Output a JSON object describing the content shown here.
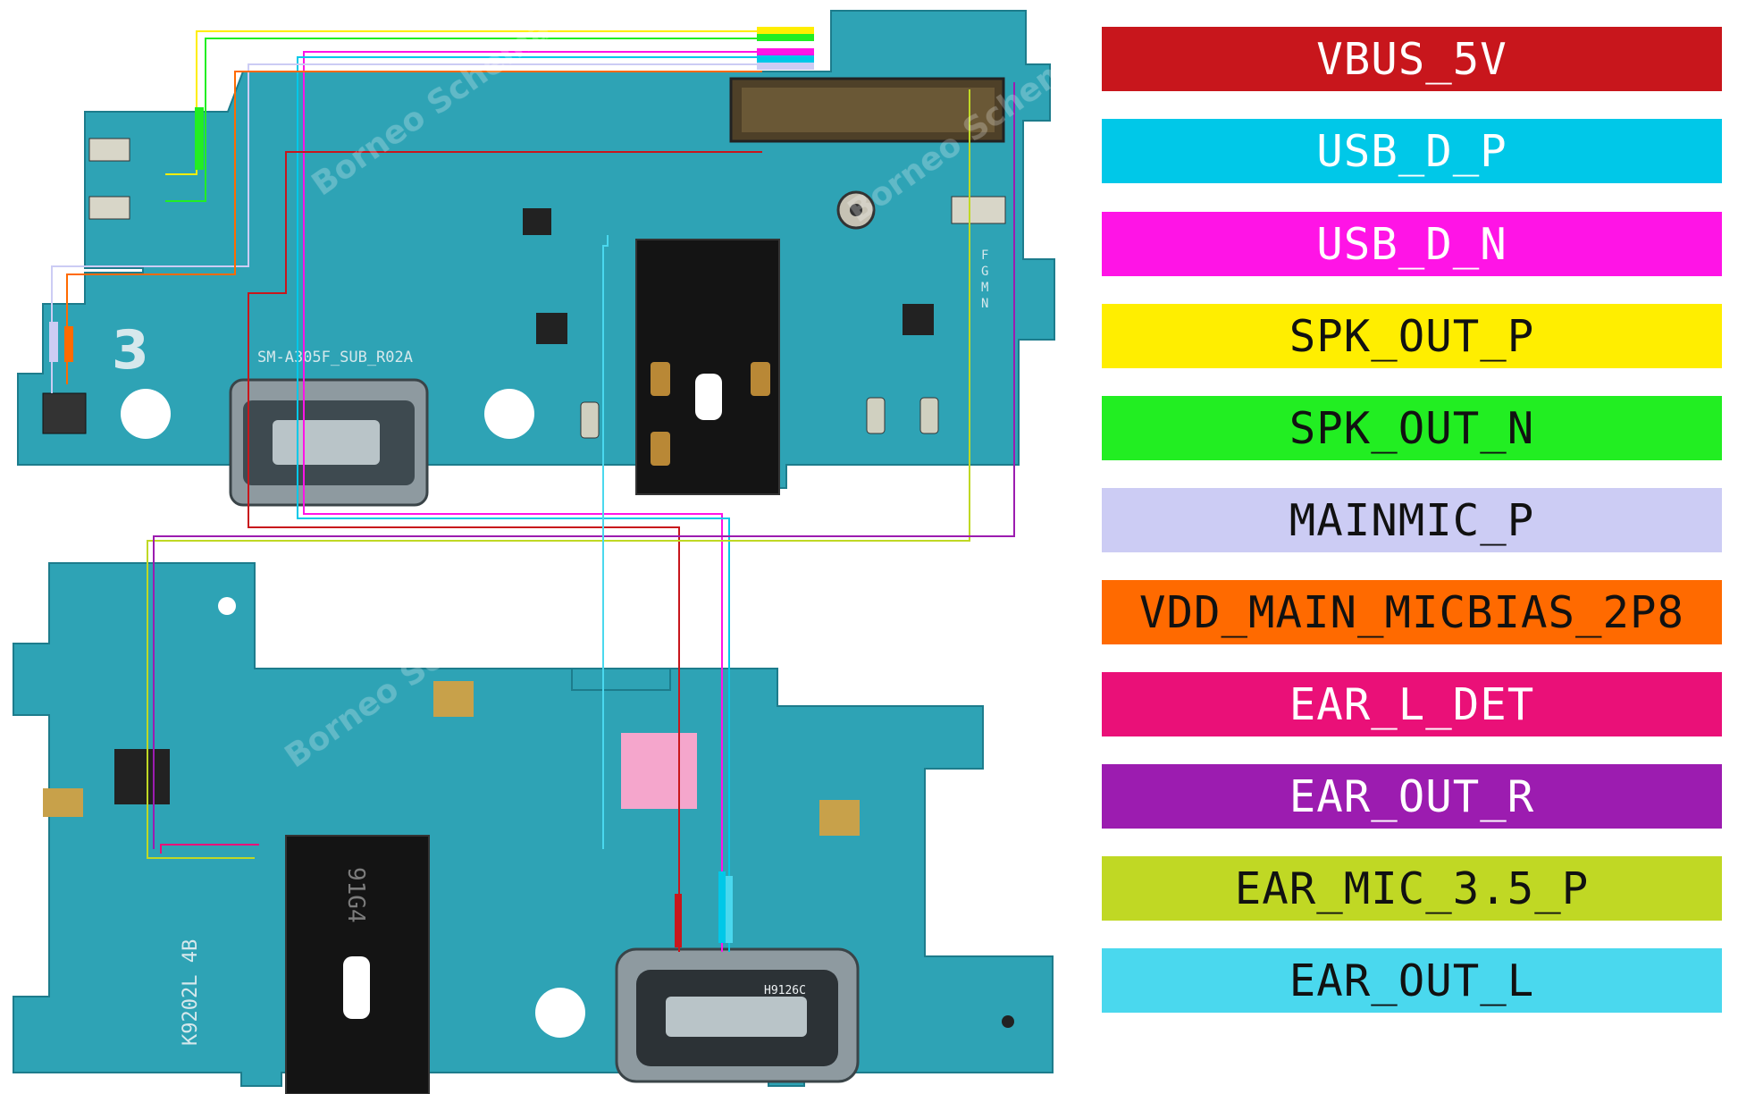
{
  "board": {
    "top_silkscreen": "SM-A305F_SUB_R02A",
    "top_digit": "3",
    "fgmn_marks": [
      "F",
      "G",
      "M",
      "N"
    ],
    "jack_marking": "91G4",
    "side_marking": "K9202L 4B",
    "usb_marking": "H9126C",
    "watermark": "Borneo Schematics"
  },
  "legend": [
    {
      "label": "VBUS_5V",
      "bg": "#c8161c",
      "fg": "#ffffff"
    },
    {
      "label": "USB_D_P",
      "bg": "#00c8e8",
      "fg": "#ffffff"
    },
    {
      "label": "USB_D_N",
      "bg": "#ff14e6",
      "fg": "#ffffff"
    },
    {
      "label": "SPK_OUT_P",
      "bg": "#ffee00",
      "fg": "#111111"
    },
    {
      "label": "SPK_OUT_N",
      "bg": "#22ee22",
      "fg": "#111111"
    },
    {
      "label": "MAINMIC_P",
      "bg": "#ccccf4",
      "fg": "#111111"
    },
    {
      "label": "VDD_MAIN_MICBIAS_2P8",
      "bg": "#ff6a00",
      "fg": "#111111"
    },
    {
      "label": "EAR_L_DET",
      "bg": "#ea1078",
      "fg": "#ffffff"
    },
    {
      "label": "EAR_OUT_R",
      "bg": "#9c1cb0",
      "fg": "#ffffff"
    },
    {
      "label": "EAR_MIC_3.5_P",
      "bg": "#c0d824",
      "fg": "#111111"
    },
    {
      "label": "EAR_OUT_L",
      "bg": "#4ad8ee",
      "fg": "#111111"
    }
  ]
}
